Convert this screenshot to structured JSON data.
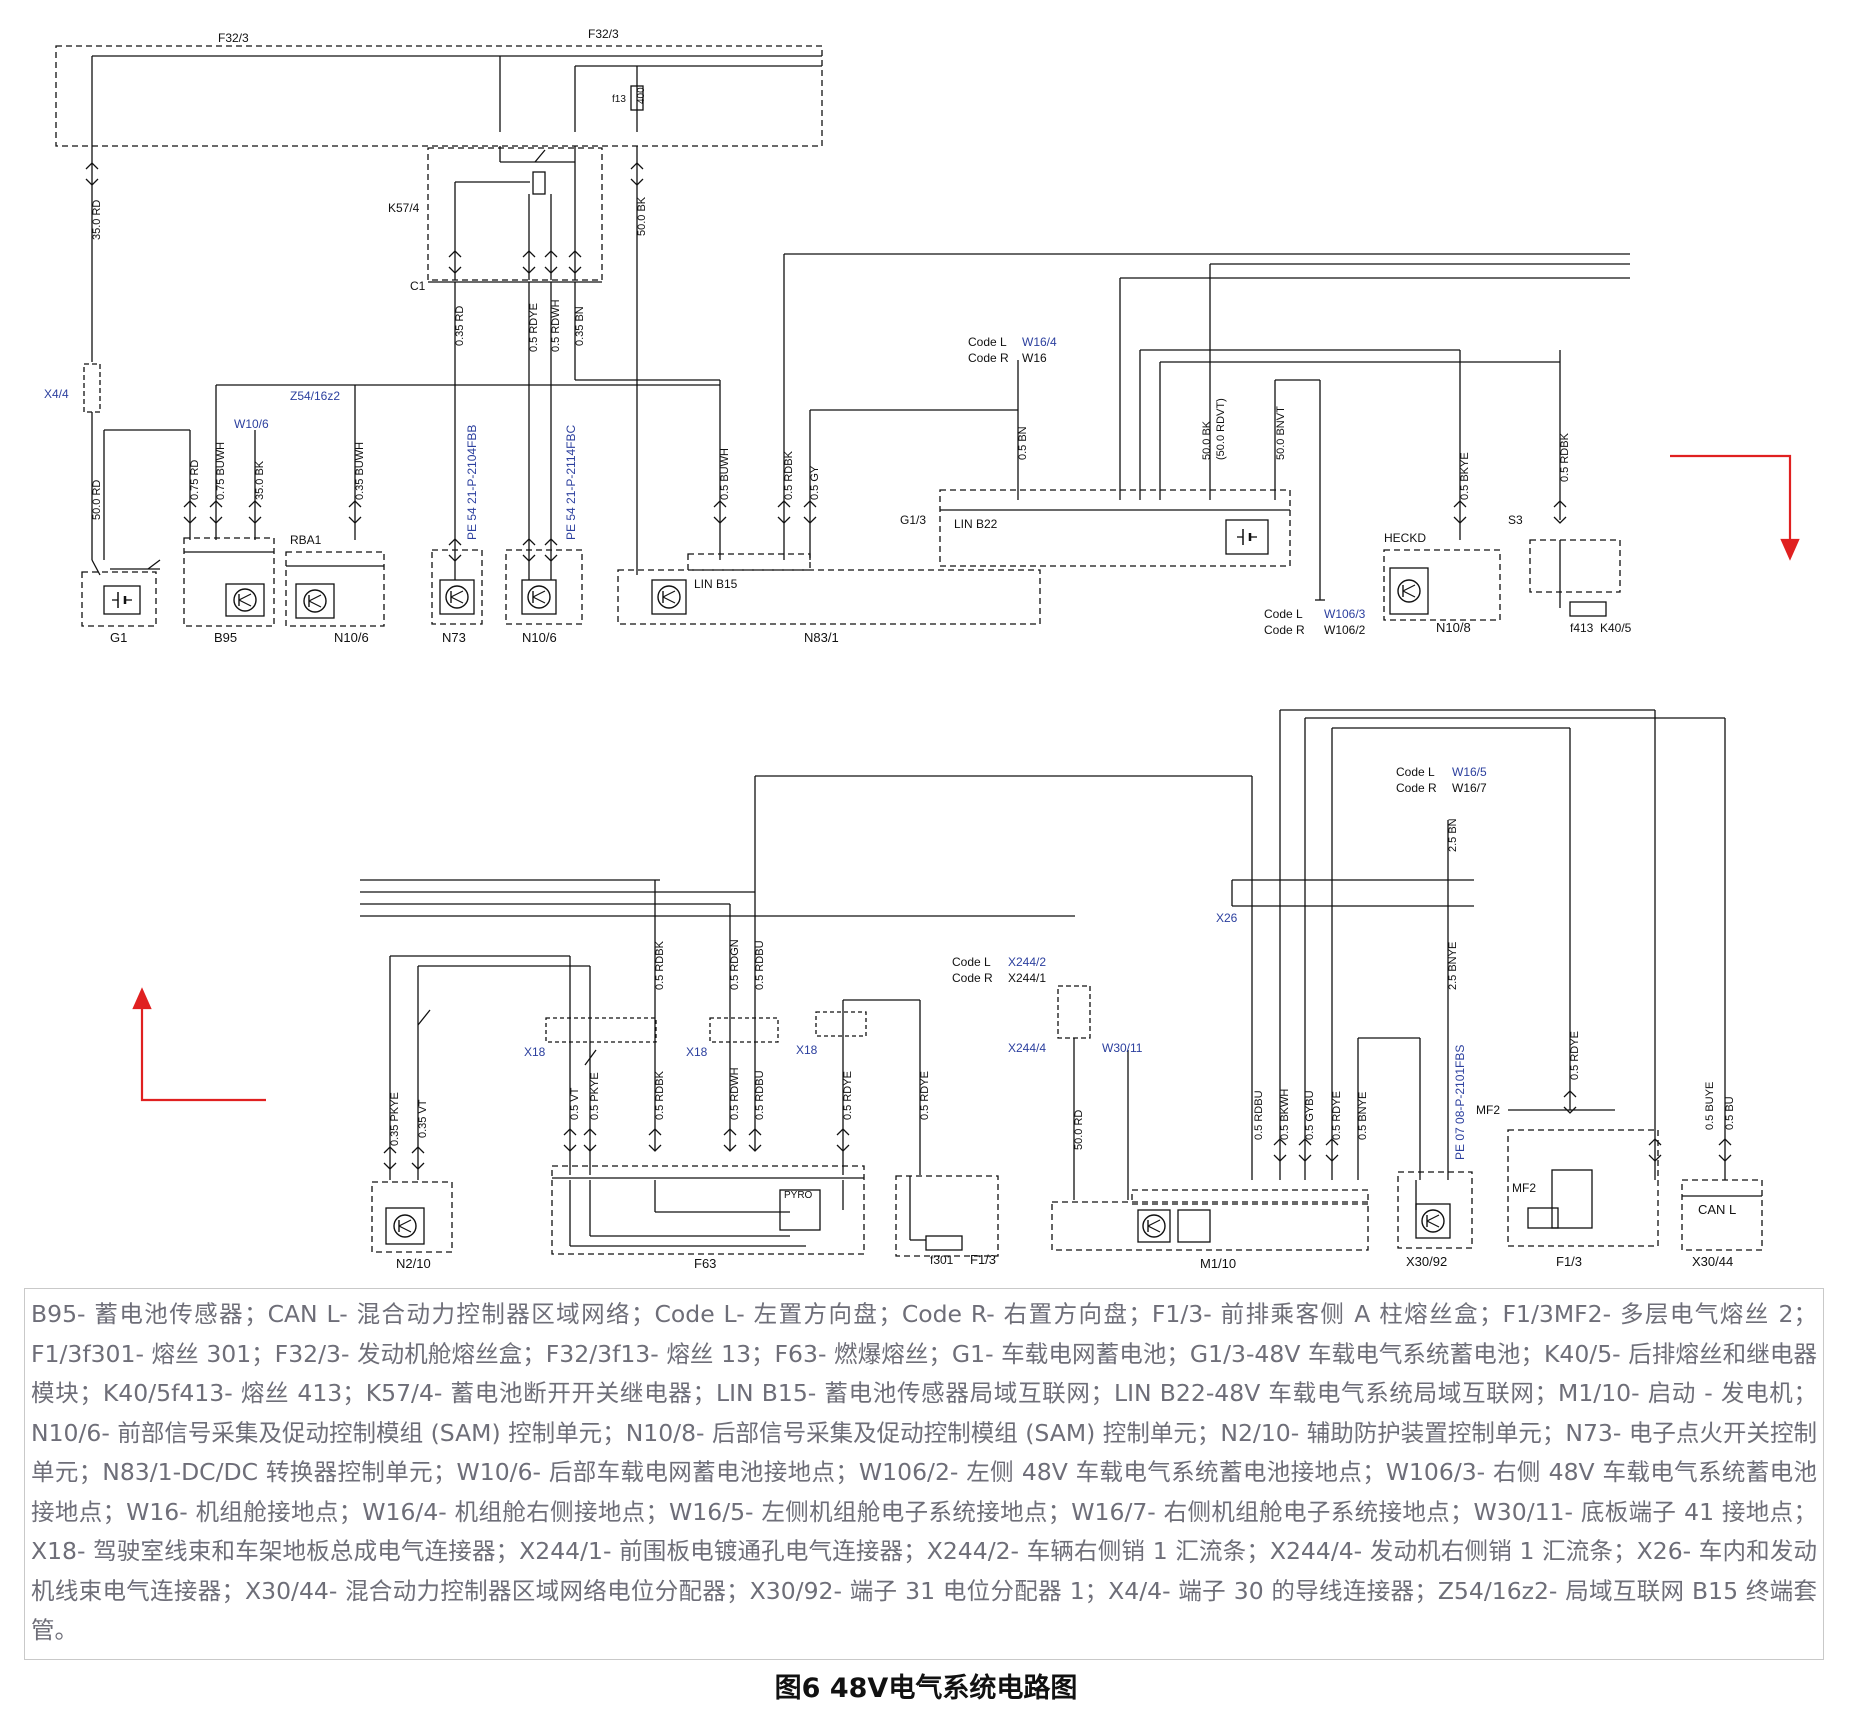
{
  "top": {
    "fuse_box_label_1": "F32/3",
    "fuse_box_label_2": "F32/3",
    "fuse_f13": "f13",
    "fuse_f13_amps": "400",
    "k57_label": "K57/4",
    "c1_label": "C1",
    "x44_label": "X4/4",
    "z54_label": "Z54/16z2",
    "w106_label": "W10/6",
    "code_l": "Code L",
    "code_r": "Code R",
    "w16_4": "W16/4",
    "w16": "W16",
    "w106_3": "W106/3",
    "w106_2": "W106/2",
    "g13_label": "G1/3",
    "lin_b22": "LIN B22",
    "lin_b15": "LIN B15",
    "rba1": "RBA1",
    "heckd": "HECKD",
    "s3": "S3",
    "f413": "f413",
    "k405": "K40/5",
    "pe_2104": "PE 54 21-P-2104FBB",
    "pe_2114": "PE 54 21-P-2114FBC",
    "wires": {
      "w35rd": "35.0 RD",
      "w50bk_top": "50.0 BK",
      "w035rd": "0.35 RD",
      "w05rdye": "0.5 RDYE",
      "w05rdwh": "0.5 RDWH",
      "w035bn": "0.35 BN",
      "w50rd": "50.0 RD",
      "w075rd": "0.75 RD",
      "w075buwh": "0.75 BUWH",
      "w35bk": "35.0 BK",
      "w035buwh": "0.35 BUWH",
      "w05buwh": "0.5 BUWH",
      "w05rdbk": "0.5 RDBK",
      "w05gy": "0.5 GY",
      "w05bn": "0.5 BN",
      "w50bk2": "50.0 BK",
      "w50rdvt": "(50.0 RDVT)",
      "w50bnvt": "50.0 BNVT",
      "w05bkye": "0.5 BKYE",
      "w05rdbk2": "0.5 RDBK"
    },
    "components": {
      "g1": "G1",
      "b95": "B95",
      "n106": "N10/6",
      "n73": "N73",
      "n106b": "N10/6",
      "n831": "N83/1",
      "n108": "N10/8"
    }
  },
  "bottom": {
    "code_l": "Code L",
    "code_r": "Code R",
    "w16_5": "W16/5",
    "w16_7": "W16/7",
    "x244_2": "X244/2",
    "x244_1": "X244/1",
    "x244_4": "X244/4",
    "w30_11": "W30/11",
    "x26": "X26",
    "x18a": "X18",
    "x18b": "X18",
    "x18c": "X18",
    "mf2": "MF2",
    "mf2b": "MF2",
    "pyro": "PYRO",
    "can_l": "CAN L",
    "f301": "f301",
    "pe_2101": "PE 07 08-P-2101FBS",
    "wires": {
      "w035pkye": "0.35 PKYE",
      "w035vt": "0.35 VT",
      "w05vt": "0.5 VT",
      "w05pkye": "0.5 PKYE",
      "w05rdbk": "0.5 RDBK",
      "w05rdgn": "0.5 RDGN",
      "w05rdbu": "0.5 RDBU",
      "w05rdwh": "0.5 RDWH",
      "w05rdbu2": "0.5 RDBU",
      "w05rdye": "0.5 RDYE",
      "w05rdye2": "0.5 RDYE",
      "w50rd": "50.0 RD",
      "w05rdbu3": "0.5 RDBU",
      "w05bkwh": "0.5 BKWH",
      "w05gybu": "0.5 GYBU",
      "w05rdye3": "0.5 RDYE",
      "w05bnye": "0.5 BNYE",
      "w25bn": "2.5 BN",
      "w25bnye": "2.5 BNYE",
      "w05rdye4": "0.5 RDYE",
      "w05buye": "0.5 BUYE",
      "w05bu": "0.5 BU"
    },
    "components": {
      "n210": "N2/10",
      "f63": "F63",
      "f13": "F1/3",
      "m110": "M1/10",
      "x3092": "X30/92",
      "f13b": "F1/3",
      "x3044": "X30/44"
    }
  },
  "legend": "B95- 蓄电池传感器；CAN L- 混合动力控制器区域网络；Code L- 左置方向盘；Code R- 右置方向盘；F1/3- 前排乘客侧 A 柱熔丝盒；F1/3MF2- 多层电气熔丝 2；F1/3f301- 熔丝 301；F32/3- 发动机舱熔丝盒；F32/3f13- 熔丝 13；F63- 燃爆熔丝；G1- 车载电网蓄电池；G1/3-48V 车载电气系统蓄电池；K40/5- 后排熔丝和继电器模块；K40/5f413- 熔丝 413；K57/4- 蓄电池断开开关继电器；LIN B15- 蓄电池传感器局域互联网；LIN B22-48V 车载电气系统局域互联网；M1/10- 启动 - 发电机；N10/6- 前部信号采集及促动控制模组 (SAM) 控制单元；N10/8- 后部信号采集及促动控制模组 (SAM) 控制单元；N2/10- 辅助防护装置控制单元；N73- 电子点火开关控制单元；N83/1-DC/DC 转换器控制单元；W10/6- 后部车载电网蓄电池接地点；W106/2- 左侧 48V 车载电气系统蓄电池接地点；W106/3- 右侧 48V 车载电气系统蓄电池接地点；W16- 机组舱接地点；W16/4- 机组舱右侧接地点；W16/5- 左侧机组舱电子系统接地点；W16/7- 右侧机组舱电子系统接地点；W30/11- 底板端子 41 接地点；X18- 驾驶室线束和车架地板总成电气连接器；X244/1- 前围板电镀通孔电气连接器；X244/2- 车辆右侧销 1 汇流条；X244/4- 发动机右侧销 1 汇流条；X26- 车内和发动机线束电气连接器；X30/44- 混合动力控制器区域网络电位分配器；X30/92- 端子 31 电位分配器 1；X4/4- 端子 30 的导线连接器；Z54/16z2- 局域互联网 B15 终端套管。",
  "caption": "图6 48V电气系统电路图",
  "colors": {
    "line": "#111111",
    "blue_label": "#2b3f9e",
    "arrow": "#e02020",
    "legend_text": "#6e6e78"
  }
}
